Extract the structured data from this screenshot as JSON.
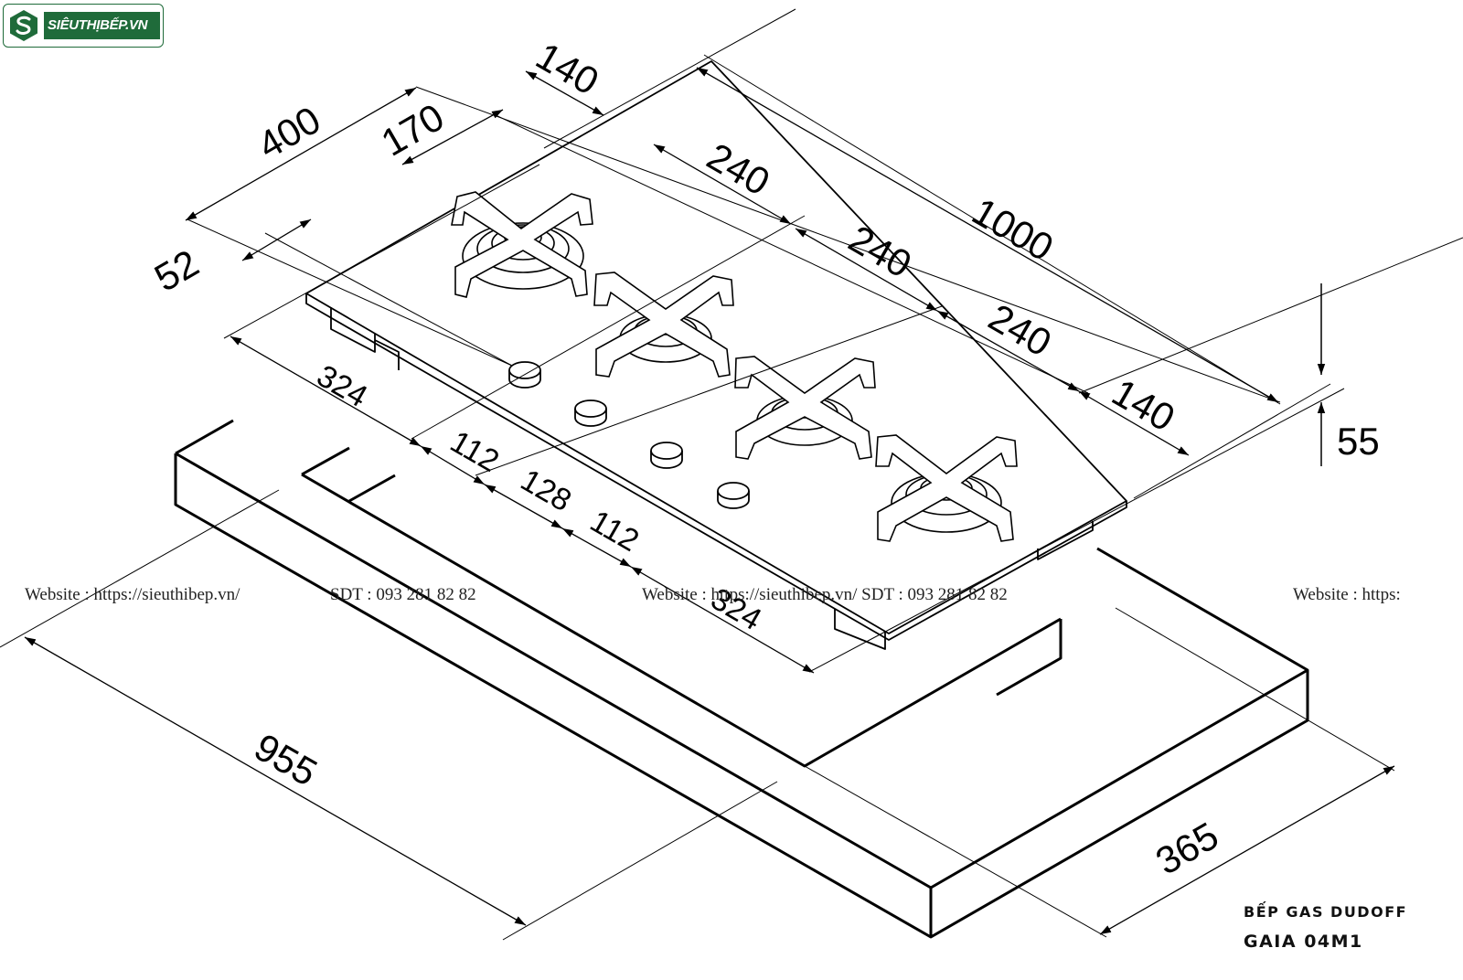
{
  "logo": {
    "text": "SIÊUTHỊBẾP.VN"
  },
  "watermarks": {
    "w1": "Website : https://sieuthibep.vn/",
    "w2": "SDT : 093 281 82 82",
    "w3": "Website : https://sieuthibep.vn/ SDT : 093 281 82 82",
    "w4": "Website : https:"
  },
  "product": {
    "line1": "BẾP GAS DUDOFF",
    "line2": "GAIA 04M1"
  },
  "dimensions": {
    "total_width": "1000",
    "gap_140_left": "140",
    "gap_240_a": "240",
    "gap_240_b": "240",
    "gap_240_c": "240",
    "gap_140_right": "140",
    "depth_400": "400",
    "offset_170": "170",
    "offset_52": "52",
    "knob_left_324": "324",
    "knob_112_a": "112",
    "knob_128": "128",
    "knob_112_b": "112",
    "knob_right_324": "324",
    "height_55": "55",
    "cutout_955": "955",
    "cutout_365": "365"
  }
}
